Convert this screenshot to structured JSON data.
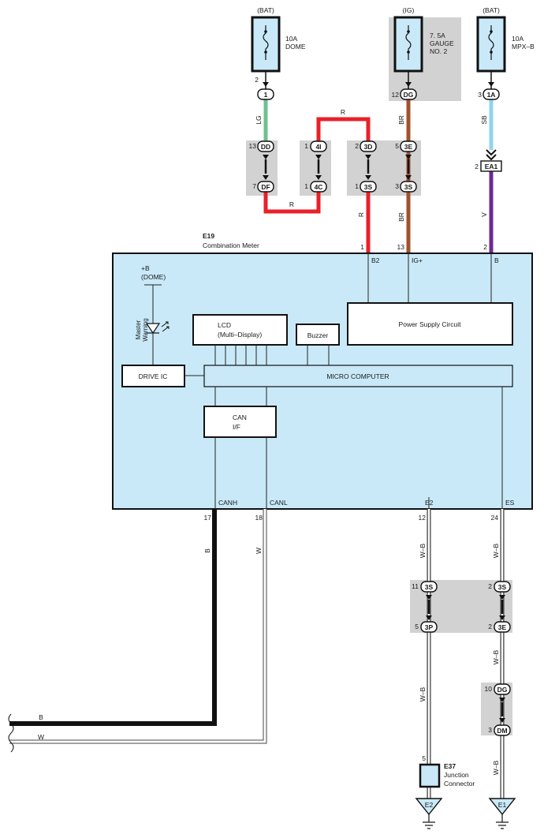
{
  "fuses": {
    "dome": {
      "source": "(BAT)",
      "line1": "10A",
      "line2": "DOME"
    },
    "gauge": {
      "source": "(IG)",
      "line1": "7. 5A",
      "line2": "GAUGE",
      "line3": "NO. 2"
    },
    "mpx": {
      "source": "(BAT)",
      "line1": "10A",
      "line2": "MPX–B"
    }
  },
  "meter": {
    "code": "E19",
    "name": "Combination Meter",
    "top_pins": {
      "b2": {
        "num": "1",
        "label": "B2"
      },
      "ig": {
        "num": "13",
        "label": "IG+"
      },
      "b": {
        "num": "2",
        "label": "B"
      }
    },
    "bottom_pins": {
      "canh": {
        "num": "17",
        "label": "CANH"
      },
      "canl": {
        "num": "18",
        "label": "CANL"
      },
      "e2": {
        "num": "12",
        "label": "E2"
      },
      "es": {
        "num": "24",
        "label": "ES"
      }
    },
    "dome_supply": {
      "line1": "+B",
      "line2": "(DOME)"
    },
    "master_warning": {
      "line1": "Master",
      "line2": "Warning"
    },
    "blocks": {
      "lcd": {
        "line1": "LCD",
        "line2": "(Multi–Display)"
      },
      "buzzer": "Buzzer",
      "psu": "Power Supply Circuit",
      "drive_ic": "DRIVE IC",
      "micro": "MICRO COMPUTER",
      "can_if": {
        "line1": "CAN",
        "line2": "I/F"
      }
    }
  },
  "wire_colors": {
    "lg": {
      "label": "LG",
      "hex": "#6cc18d"
    },
    "r": {
      "label": "R",
      "hex": "#e8202a"
    },
    "br": {
      "label": "BR",
      "hex": "#a0522d"
    },
    "sb": {
      "label": "SB",
      "hex": "#8fd4ef"
    },
    "v": {
      "label": "V",
      "hex": "#6e2a91"
    },
    "b": {
      "label": "B",
      "hex": "#111111"
    },
    "w": {
      "label": "W",
      "hex": "#ffffff"
    },
    "wb": {
      "label": "W–B",
      "hex": "#ffffff"
    }
  },
  "connectors": {
    "c1": {
      "pin": "2",
      "code": "1"
    },
    "c1a": {
      "pin": "3",
      "code": "1A"
    },
    "c_dd": {
      "pin": "13",
      "code": "DD"
    },
    "c_df": {
      "pin": "7",
      "code": "DF"
    },
    "c_4i": {
      "pin": "1",
      "code": "4I"
    },
    "c_4c": {
      "pin": "1",
      "code": "4C"
    },
    "c_3d": {
      "pin": "2",
      "code": "3D"
    },
    "c_3s_top": {
      "pin": "1",
      "code": "3S"
    },
    "c_dg_top": {
      "pin": "12",
      "code": "DG"
    },
    "c_3e_top": {
      "pin": "5",
      "code": "3E"
    },
    "c_3s_top2": {
      "pin": "3",
      "code": "3S"
    },
    "c_ea1": {
      "pin": "2",
      "code": "EA1"
    },
    "c_3s_bot": {
      "pin": "11",
      "code": "3S"
    },
    "c_3p": {
      "pin": "5",
      "code": "3P"
    },
    "c_3s_bot2": {
      "pin": "2",
      "code": "3S"
    },
    "c_3e_bot": {
      "pin": "2",
      "code": "3E"
    },
    "c_dg_bot": {
      "pin": "10",
      "code": "DG"
    },
    "c_dm": {
      "pin": "3",
      "code": "DM"
    }
  },
  "junction": {
    "code": "E37",
    "line1": "Junction",
    "line2": "Connector",
    "pin": "5"
  },
  "grounds": {
    "e2": "E2",
    "e1": "E1"
  },
  "icons": [
    "fuse-icon",
    "led-icon",
    "ground-icon",
    "arrow-icon"
  ]
}
